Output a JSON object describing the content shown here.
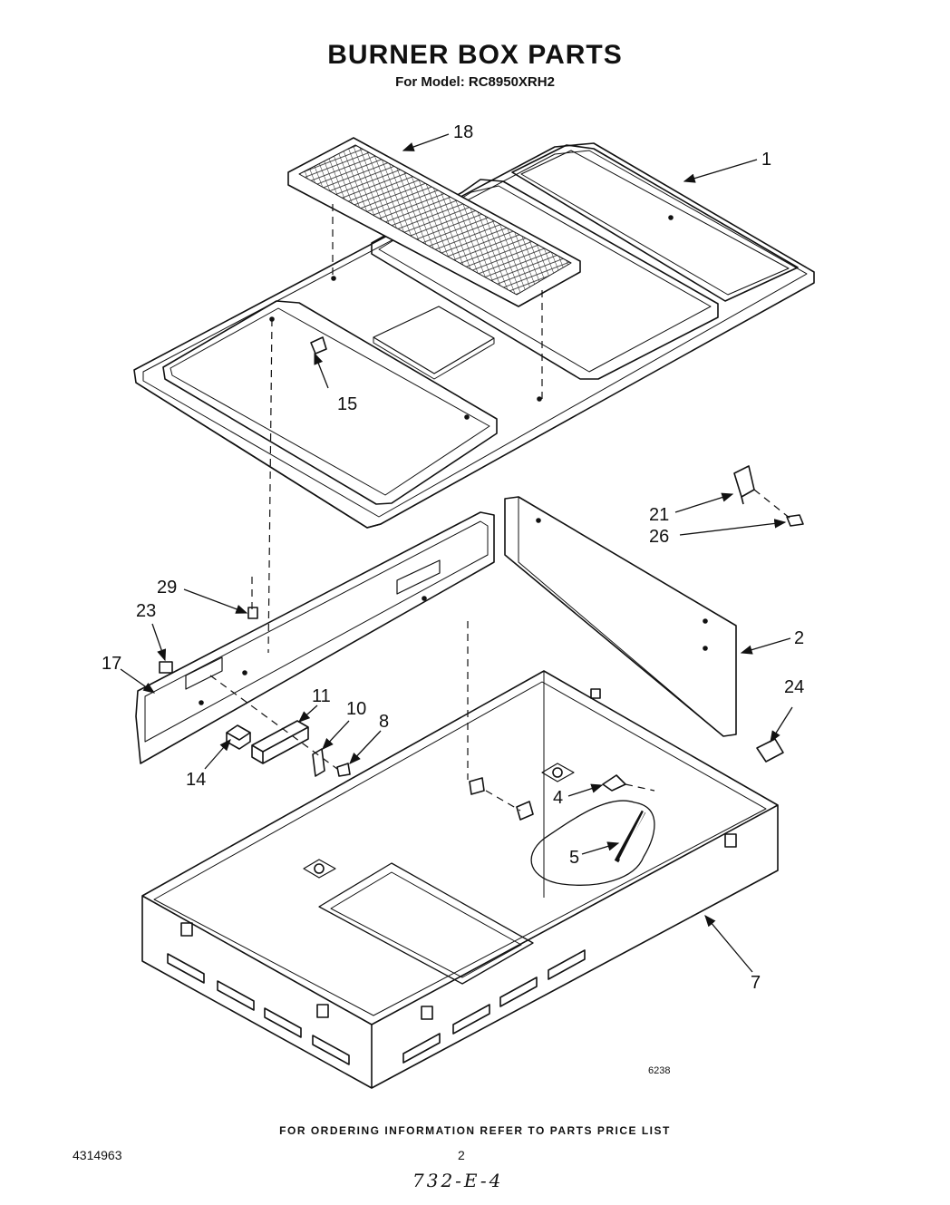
{
  "title": "BURNER BOX PARTS",
  "subtitle": "For Model: RC8950XRH2",
  "figure_id": "6238",
  "footer_note": "FOR ORDERING INFORMATION REFER TO PARTS PRICE LIST",
  "document_number": "4314963",
  "page_number": "2",
  "handwritten_note": "732-E-4",
  "callouts": {
    "c1": "1",
    "c2": "2",
    "c4": "4",
    "c5": "5",
    "c7": "7",
    "c8": "8",
    "c10": "10",
    "c11": "11",
    "c14": "14",
    "c15": "15",
    "c17": "17",
    "c18": "18",
    "c21": "21",
    "c23": "23",
    "c24": "24",
    "c26": "26",
    "c29": "29"
  }
}
